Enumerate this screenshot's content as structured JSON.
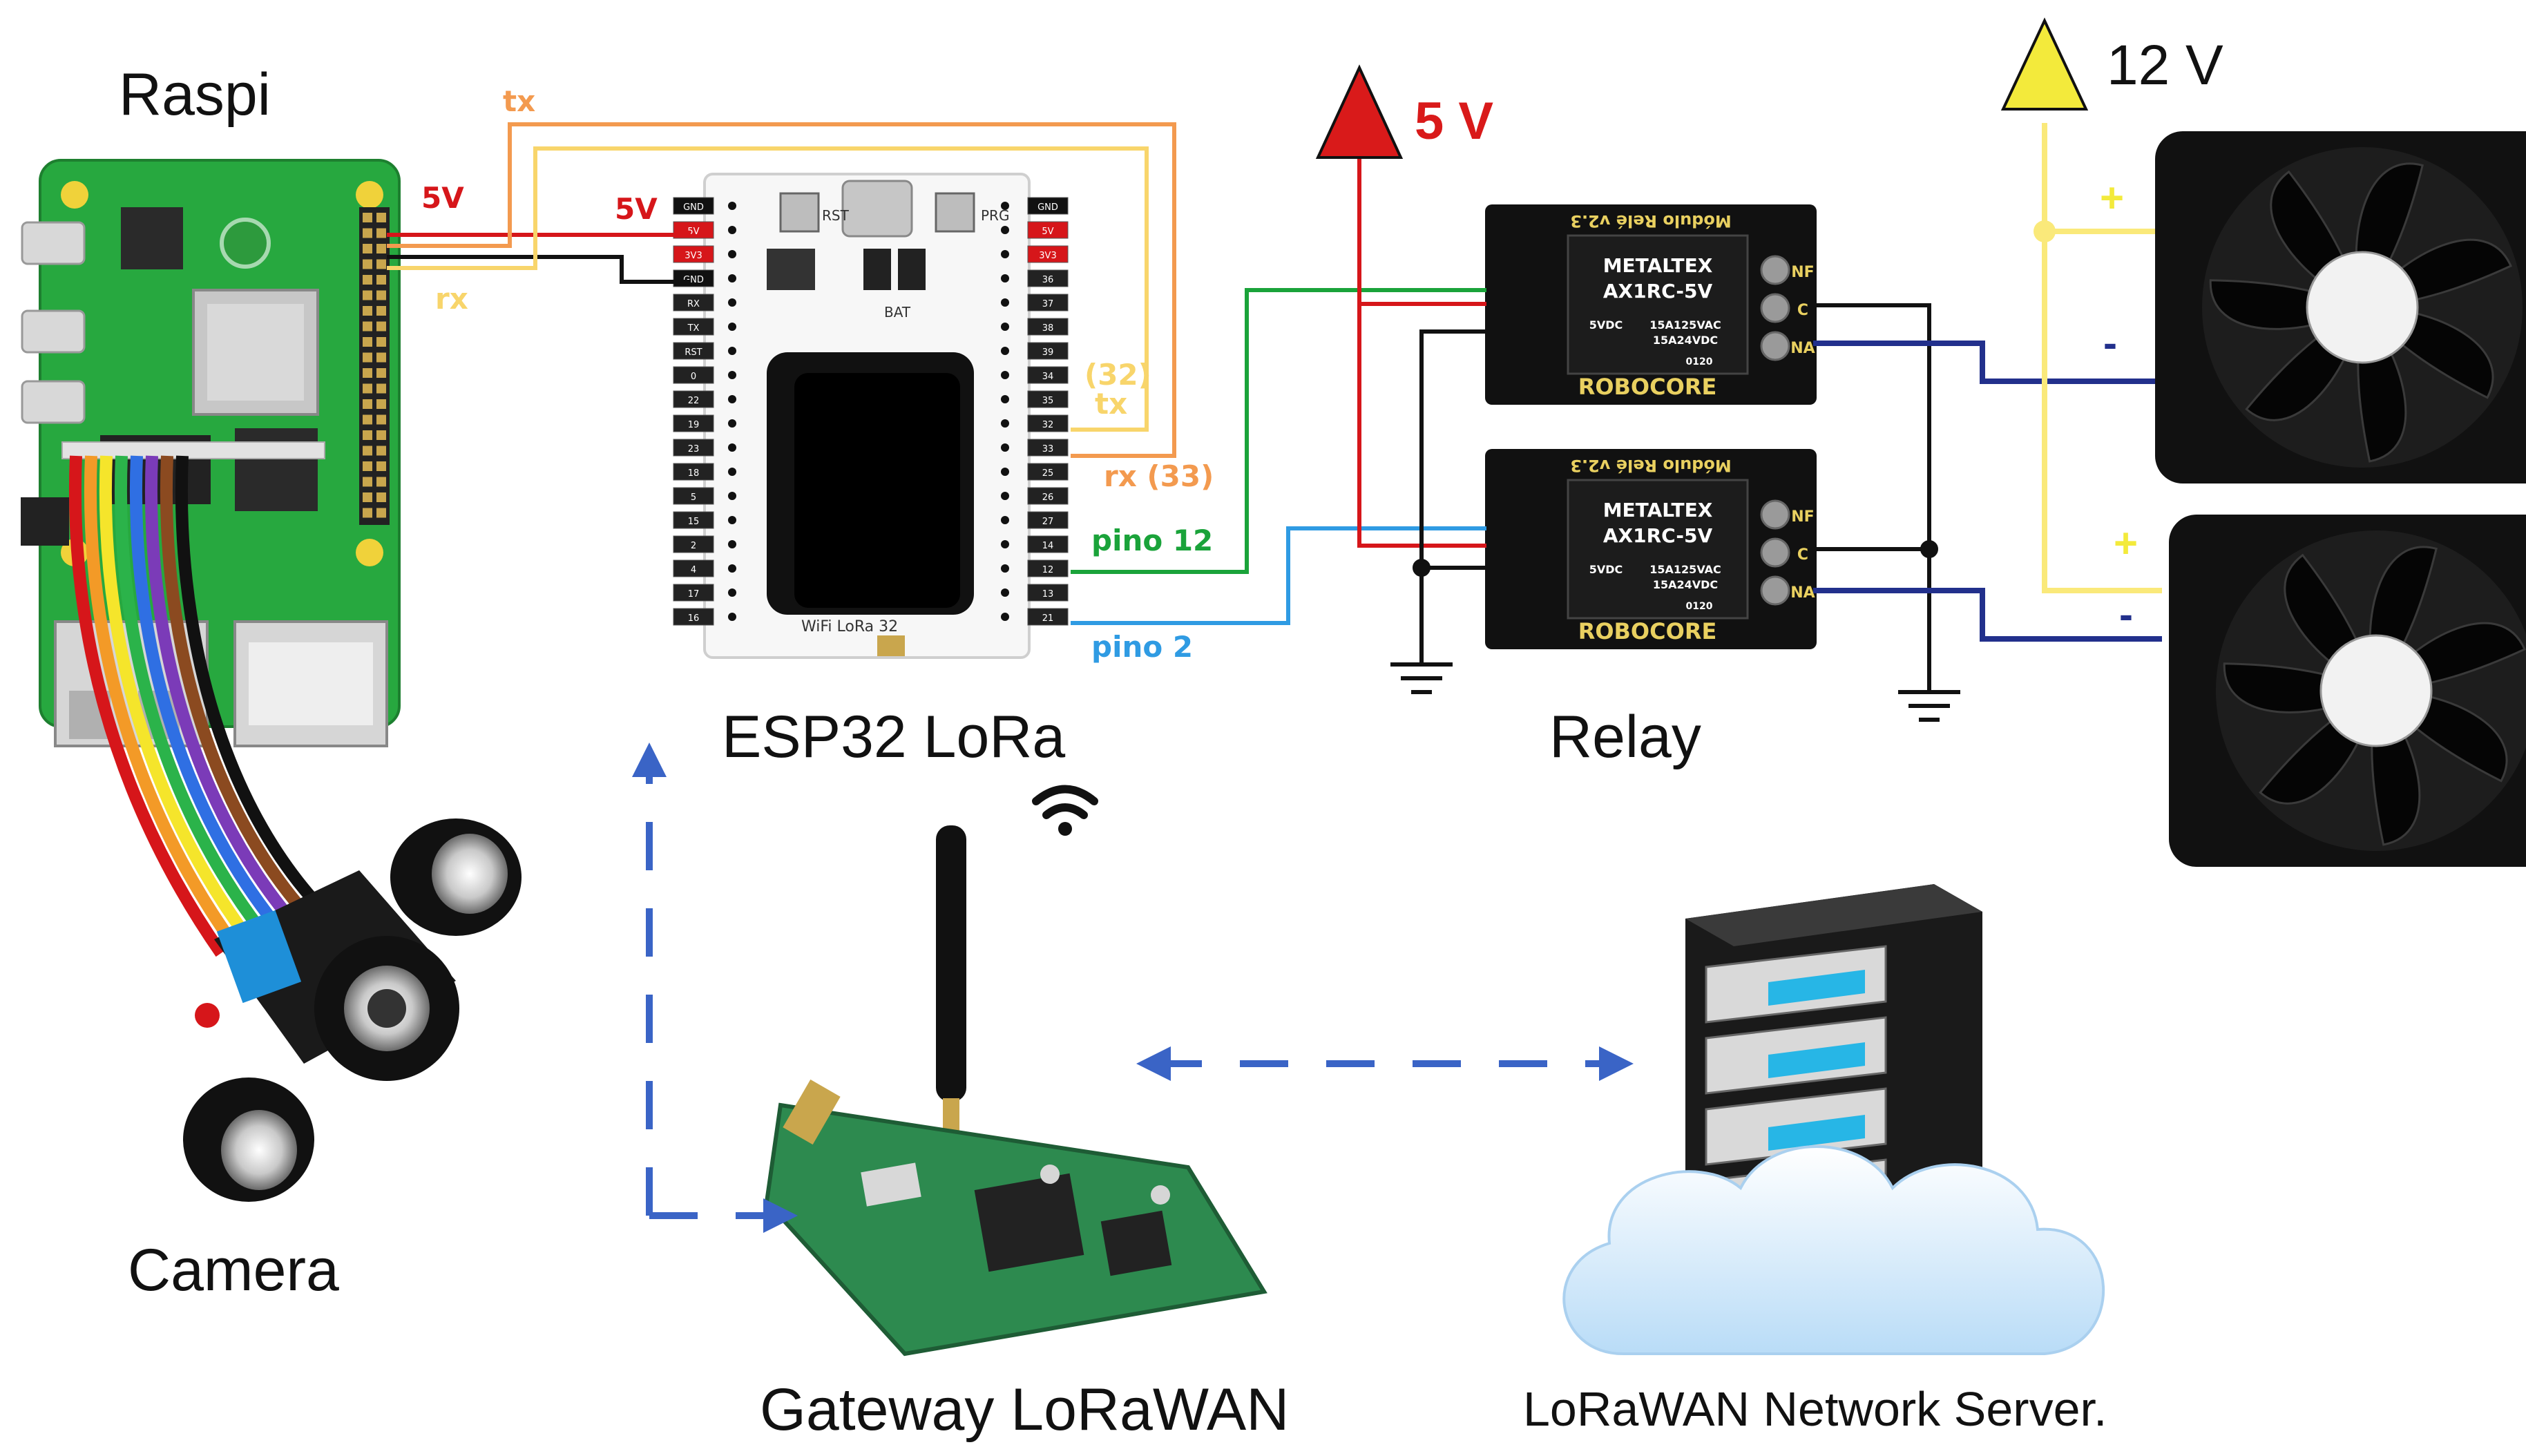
{
  "labels": {
    "raspi": "Raspi",
    "camera": "Camera",
    "esp32": "ESP32 LoRa",
    "relay": "Relay",
    "gateway": "Gateway LoRaWAN",
    "server": "LoRaWAN Network Server.",
    "v5_top": "5 V",
    "v12_top": "12 V"
  },
  "wires": {
    "raspi_5v": "5V",
    "esp_5v": "5V",
    "tx": "tx",
    "rx": "rx",
    "pin32": "(32)",
    "esp_tx": "tx",
    "rx33": "rx (33)",
    "pino12": "pino 12",
    "pino2": "pino 2",
    "plus": "+",
    "minus": "-"
  },
  "components": {
    "relay_brand": "ROBOCORE",
    "relay_model": "AX1RC-5V",
    "relay_mfr": "METALTEX",
    "relay_title": "Módulo Relé v2.3",
    "relay_spec1": "15A125VAC",
    "relay_spec2": "15A24VDC",
    "relay_coil": "5VDC",
    "relay_code": "0120",
    "relay_nc": "NF",
    "relay_c": "C",
    "relay_no": "NA",
    "esp_board": "WiFi LoRa 32",
    "esp_rst": "RST",
    "esp_prg": "PRG",
    "esp_bat": "BAT"
  },
  "esp_pins_left": [
    "GND",
    "5V",
    "3V3",
    "GND",
    "RX",
    "TX",
    "RST",
    "0",
    "22",
    "19",
    "23",
    "18",
    "5",
    "15",
    "2",
    "4",
    "17",
    "16"
  ],
  "esp_pins_right": [
    "GND",
    "5V",
    "3V3",
    "36",
    "37",
    "38",
    "39",
    "34",
    "35",
    "32",
    "33",
    "25",
    "26",
    "27",
    "14",
    "12",
    "13",
    "21"
  ],
  "colors": {
    "red": "#d6161a",
    "orange": "#f39a4f",
    "yellow": "#f8d56b",
    "green": "#1aa33a",
    "blue": "#2f9be3",
    "navy": "#22308c",
    "black": "#111111",
    "arrow_blue": "#3a64c6",
    "fan_yellow": "#fae97a",
    "triangle_red": "#d91a1a",
    "triangle_yellow": "#f3ea3b"
  },
  "icons": [
    "raspberry-pi-board",
    "camera-module",
    "esp32-board",
    "relay-module",
    "fan-icon",
    "antenna-gateway",
    "server-cloud",
    "wifi-icon",
    "ground-icon"
  ]
}
